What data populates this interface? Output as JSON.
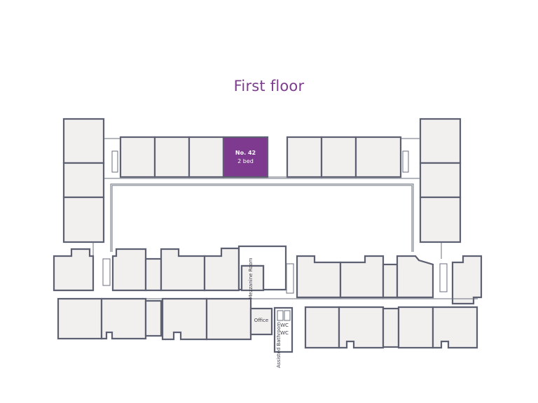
{
  "title": "First floor",
  "colors": {
    "title": "#7d3c8e",
    "highlight": "#7d3a8f",
    "room_fill": "#f2efef",
    "wall": "#5c6070",
    "background": "#ffffff"
  },
  "highlighted_unit": {
    "number": "No. 42",
    "type": "2 bed"
  },
  "labels": {
    "mezzanine": "Mezzanine Room",
    "office": "Office",
    "wc1": "WC",
    "wc2": "WC",
    "assisted": "Assisted Bathroom"
  }
}
